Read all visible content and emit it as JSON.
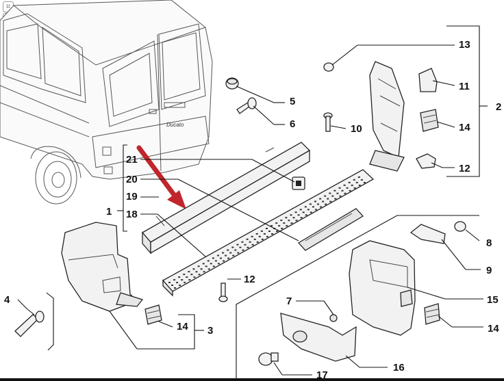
{
  "callouts": [
    "1",
    "2",
    "3",
    "4",
    "5",
    "6",
    "7",
    "8",
    "9",
    "10",
    "11",
    "12",
    "12",
    "13",
    "14",
    "14",
    "14",
    "15",
    "16",
    "17",
    "18",
    "19",
    "20",
    "21"
  ],
  "van_badge": "Ducato",
  "controls": {
    "fit_icon": "fit-to-view-icon",
    "zoom_in_icon": "zoom-in-icon",
    "zoom_out_icon": "zoom-out-icon",
    "zoom_in_glyph": "+",
    "zoom_out_glyph": "−",
    "fit_glyph": "⌗"
  },
  "colors": {
    "arrow": "#c0262c",
    "line": "#111111",
    "background": "#ffffff"
  }
}
